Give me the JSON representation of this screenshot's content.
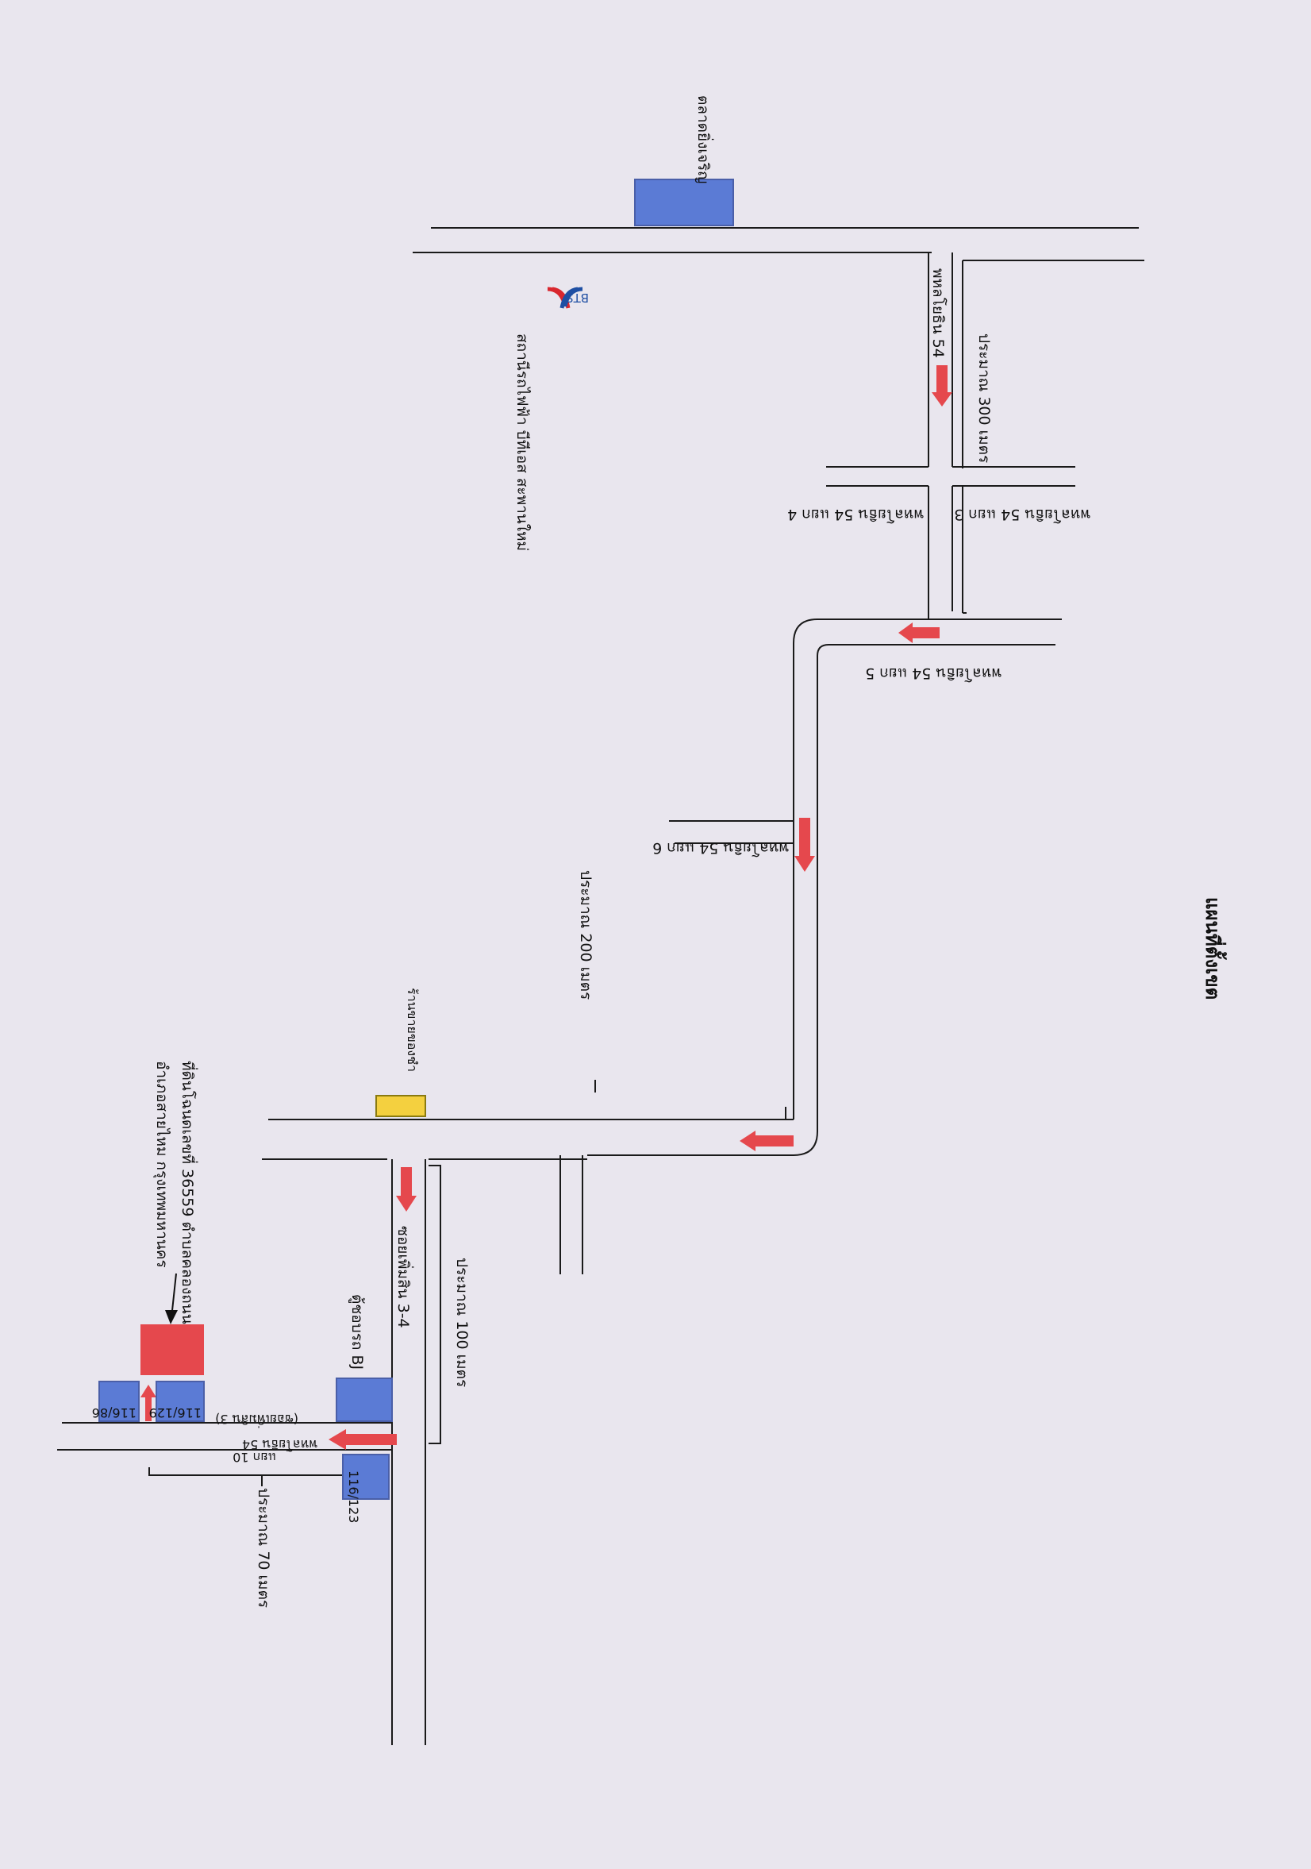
{
  "title": "แผนที่ตั้งเขต",
  "market": "ตลาดยิ่งเจริญ",
  "bts_logo": "BTS",
  "bts_station": "สถานีรถไฟฟ้า บีทีเอส สะพานใหม่",
  "roads": {
    "phahon54": "พหลโยธิน 54",
    "soi3": "พหลโยธิน 54 แยก 3",
    "soi4": "พหลโยธิน 54 แยก 4",
    "soi5": "พหลโยธิน 54 แยก 5",
    "soi6": "พหลโยธิน 54 แยก 6",
    "soi_saensuk": "ซอยเพิ่มสิน 3-4",
    "soi10_a": "พหลโยธิน 54",
    "soi10_b": "แยก 10",
    "soi10_alias": "(ซอยเพิ่มสิน 3)"
  },
  "distances": {
    "d300": "ประมาณ 300 เมตร",
    "d200": "ประมาณ 200 เมตร",
    "d100": "ประมาณ 100 เมตร",
    "d70": "ประมาณ 70 เมตร"
  },
  "landmarks": {
    "shop": "ร้านขายของชำ",
    "atm": "ตู้ชอบรถ BJ"
  },
  "target": {
    "line1": "ที่ดินโฉนดเลขที่ 36559 ตำบลคลองถนน",
    "line2": "อำเภอสายไหม กรุงเทพมหานคร"
  },
  "houses": {
    "h1": "116/86",
    "h2": "116/129",
    "h3": "116/123"
  },
  "colors": {
    "background": "#e9e6ee",
    "building_blue": "#5b7bd5",
    "target_red": "#e5484d",
    "shop_yellow": "#f4d03f",
    "arrow_red": "#e5484d",
    "bts_red": "#d9272e",
    "bts_blue": "#1f4fa3"
  }
}
